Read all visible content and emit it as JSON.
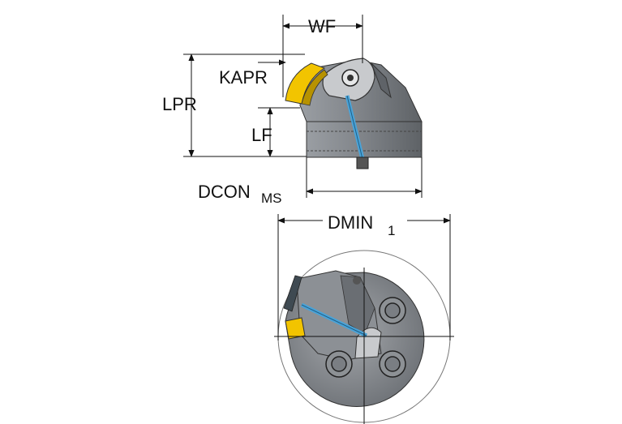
{
  "diagram": {
    "labels": {
      "wf": "WF",
      "kapr": "KAPR",
      "lpr": "LPR",
      "lf": "LF",
      "dcon": "DCON",
      "dcon_sub": "MS",
      "dmin": "DMIN",
      "dmin_sub": "1"
    },
    "colors": {
      "body": "#8a8e93",
      "body_dark": "#5f6368",
      "body_light": "#b9bcc0",
      "insert": "#f2c400",
      "coolant": "#4aa3d8",
      "line": "#111111"
    }
  }
}
